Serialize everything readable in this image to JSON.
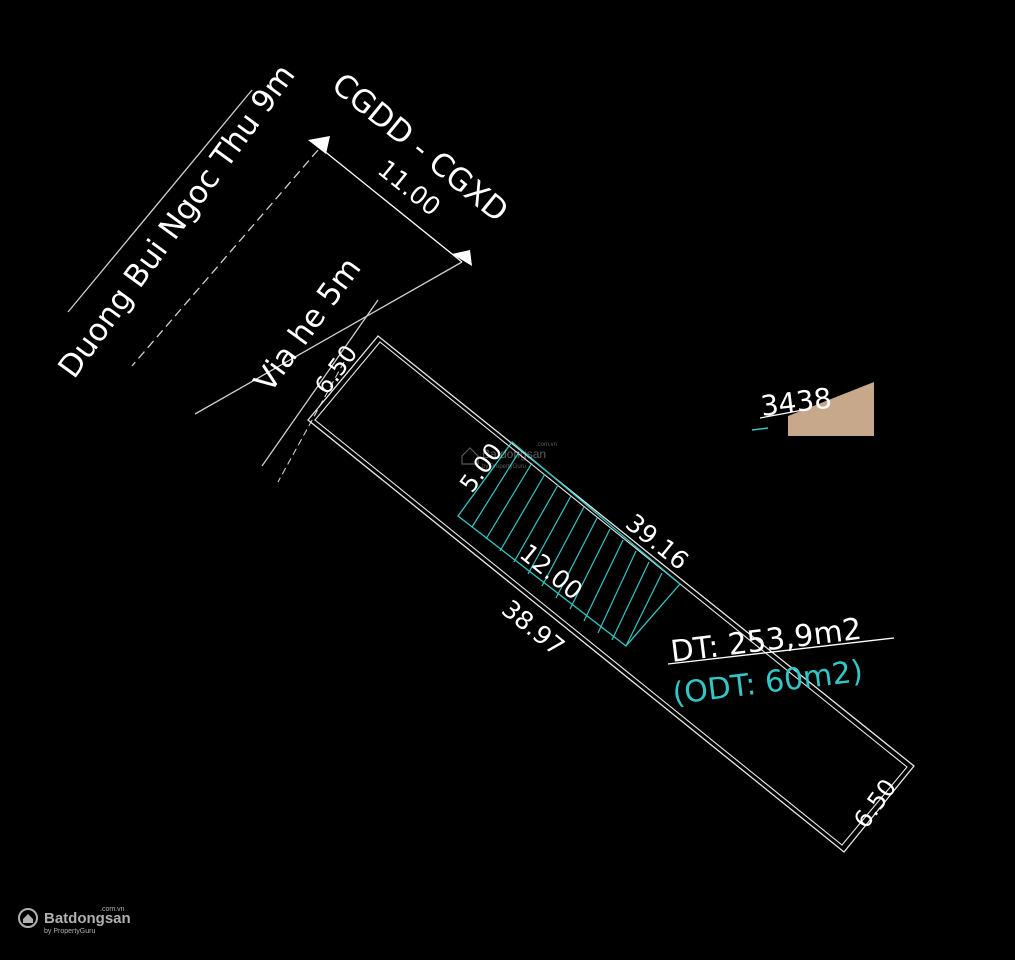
{
  "labels": {
    "road": "Duong Bui Ngoc Thu 9m",
    "setback": "CGDD - CGXD",
    "setback_width": "11.00",
    "sidewalk": "Via he 5m",
    "front_width": "6.50",
    "rear_width": "6.50",
    "side_top": "39.16",
    "side_bottom": "38.97",
    "build_width": "5.00",
    "build_length": "12.00",
    "area": "DT: 253,9m2",
    "residential_area": "(ODT: 60m2)",
    "neighbor_parcel": "3438"
  },
  "watermark": {
    "brand": "Batdongsan",
    "domain": ".com.vn",
    "byline": "by PropertyGuru"
  },
  "colors": {
    "background": "#000000",
    "lines": "#ffffff",
    "hatch": "#33c6c6",
    "neighbor_fill": "#c8a88a"
  }
}
